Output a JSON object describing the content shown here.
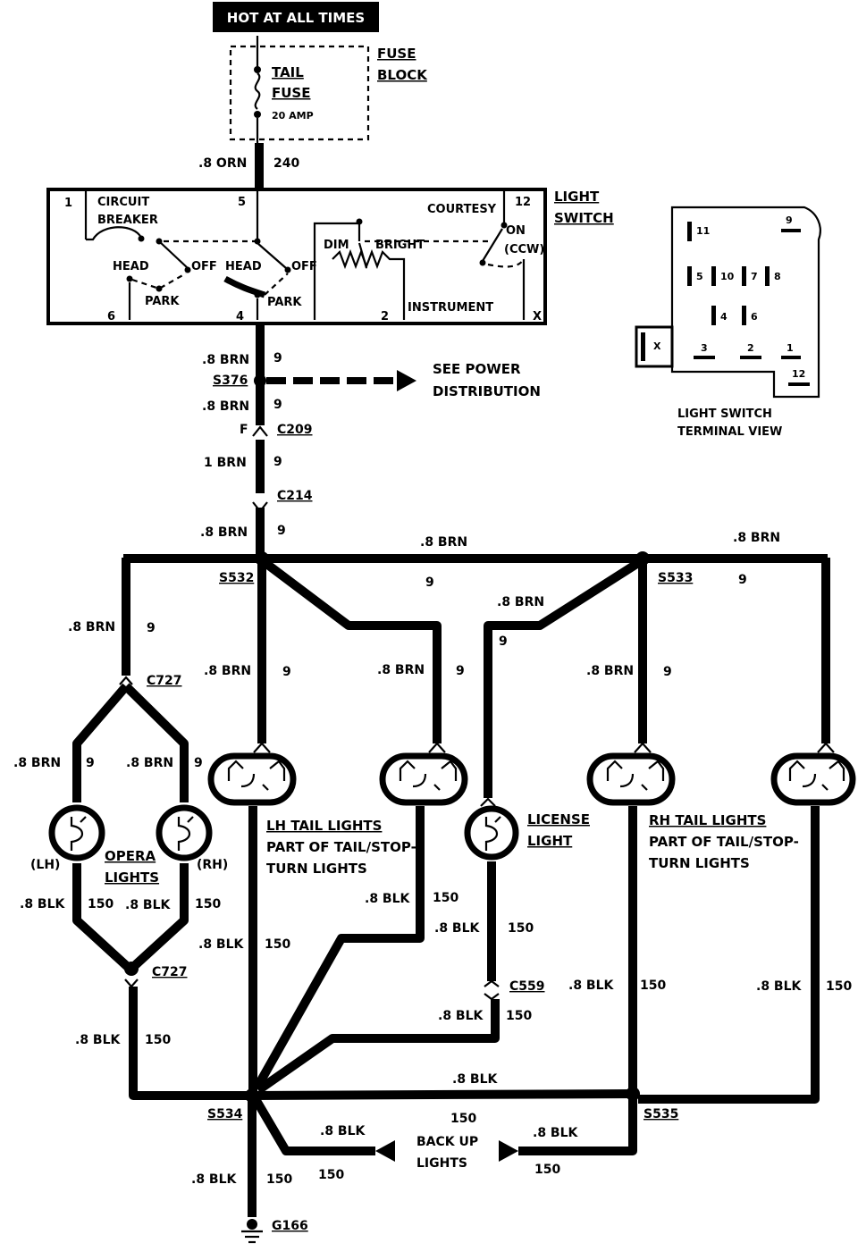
{
  "header": {
    "power_label": "HOT AT ALL TIMES"
  },
  "fuse_block": {
    "title_1": "FUSE",
    "title_2": "BLOCK",
    "fuse_name_1": "TAIL",
    "fuse_name_2": "FUSE",
    "fuse_rating": "20 AMP",
    "feed_wire": ".8 ORN",
    "feed_circuit": "240"
  },
  "light_switch": {
    "title_1": "LIGHT",
    "title_2": "SWITCH",
    "term_1": "1",
    "term_5": "5",
    "term_12": "12",
    "term_6": "6",
    "term_4": "4",
    "term_2": "2",
    "term_x": "X",
    "circuit_breaker_1": "CIRCUIT",
    "circuit_breaker_2": "BREAKER",
    "head_1": "HEAD",
    "off_1": "OFF",
    "park_1": "PARK",
    "head_2": "HEAD",
    "off_2": "OFF",
    "park_2": "PARK",
    "dim": "DIM",
    "bright": "BRIGHT",
    "instrument": "INSTRUMENT",
    "courtesy": "COURTESY",
    "on": "ON",
    "ccw": "(CCW)"
  },
  "terminal_view": {
    "caption_1": "LIGHT SWITCH",
    "caption_2": "TERMINAL VIEW",
    "pins": [
      "11",
      "9",
      "5",
      "10",
      "7",
      "8",
      "4",
      "6",
      "3",
      "2",
      "1",
      "12",
      "X"
    ]
  },
  "wires": {
    "w_brn_1": ".8 BRN",
    "c_9_1": "9",
    "s376": "S376",
    "see_power_1": "SEE POWER",
    "see_power_2": "DISTRIBUTION",
    "w_brn_2": ".8 BRN",
    "c_9_2": "9",
    "f_label": "F",
    "c209": "C209",
    "w_brn_3": "1 BRN",
    "c_9_3": "9",
    "c214": "C214",
    "w_brn_4": ".8 BRN",
    "c_9_4": "9",
    "w_brn_top": ".8 BRN",
    "c_9_top": "9",
    "w_brn_right": ".8 BRN",
    "s532": "S532",
    "s533": "S533",
    "c_9_s533": "9",
    "w_brn_opera": ".8 BRN",
    "c_9_opera": "9",
    "c727_top": "C727",
    "w_brn_lh_op": ".8 BRN",
    "c_9_lh_op": "9",
    "w_brn_rh_op": ".8 BRN",
    "c_9_rh_op": "9",
    "w_brn_lht1": ".8 BRN",
    "c_9_lht1": "9",
    "w_brn_lht2": ".8 BRN",
    "c_9_lht2": "9",
    "w_brn_lic": ".8 BRN",
    "c_9_lic": "9",
    "w_brn_rht1": ".8 BRN",
    "c_9_rht1": "9",
    "w_blk_op_lh": ".8 BLK",
    "c_150_op_lh": "150",
    "w_blk_op_rh": ".8 BLK",
    "c_150_op_rh": "150",
    "c727_bot": "C727",
    "w_blk_op_gnd": ".8 BLK",
    "c_150_op_gnd": "150",
    "w_blk_lht1": ".8 BLK",
    "c_150_lht1": "150",
    "w_blk_lht2": ".8 BLK",
    "c_150_lht2": "150",
    "w_blk_lic1": ".8 BLK",
    "c_150_lic1": "150",
    "c559": "C559",
    "w_blk_lic2": ".8 BLK",
    "c_150_lic2": "150",
    "w_blk_rht1": ".8 BLK",
    "c_150_rht1": "150",
    "w_blk_rht2": ".8 BLK",
    "c_150_rht2": "150",
    "w_blk_mid": ".8 BLK",
    "s534": "S534",
    "s535": "S535",
    "w_blk_bu_l": ".8 BLK",
    "c_150_bu_l": "150",
    "c_150_bu_top": "150",
    "backup_1": "BACK UP",
    "backup_2": "LIGHTS",
    "w_blk_bu_r": ".8 BLK",
    "c_150_bu_r": "150",
    "w_blk_gnd": ".8 BLK",
    "c_150_gnd": "150",
    "g166": "G166"
  },
  "lamps": {
    "opera_lh": "(LH)",
    "opera_rh": "(RH)",
    "opera_1": "OPERA",
    "opera_2": "LIGHTS",
    "lh_tail_1": "LH TAIL LIGHTS",
    "lh_tail_2": "PART OF TAIL/STOP-",
    "lh_tail_3": "TURN LIGHTS",
    "license_1": "LICENSE",
    "license_2": "LIGHT",
    "rh_tail_1": "RH TAIL LIGHTS",
    "rh_tail_2": "PART OF TAIL/STOP-",
    "rh_tail_3": "TURN LIGHTS"
  }
}
